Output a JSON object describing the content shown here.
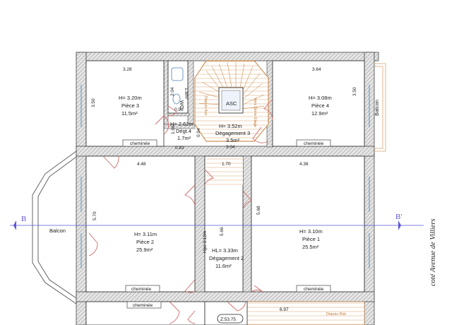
{
  "plan": {
    "rooms": [
      {
        "id": "piece3",
        "height": "H= 3.20m",
        "name": "Pièce 3",
        "area": "11.5m²",
        "width_dim": "3.28",
        "side_dim": "3.50"
      },
      {
        "id": "piece4",
        "height": "H= 3.08m",
        "name": "Pièce 4",
        "area": "12.9m²",
        "width_dim": "3.64",
        "side_dim": "3.50"
      },
      {
        "id": "deg3",
        "height": "H= 3.52m",
        "name": "Dégagement 3",
        "area": "3.5m²",
        "width_dim": "3.04"
      },
      {
        "id": "deg4",
        "height": "H= 2.62m",
        "name": "Dégt.4",
        "area": "1.7m²",
        "dim_a": "1.66",
        "dim_b": "0.94",
        "dim_c": "0.83"
      },
      {
        "id": "wc",
        "name": "WC",
        "area": "1.8m²",
        "dim_a": "2.04",
        "dim_b": "0.96"
      },
      {
        "id": "piece2",
        "height": "H= 3.11m",
        "name": "Pièce 2",
        "area": "25.9m²",
        "width_dim": "4.48",
        "side_dim": "5.70"
      },
      {
        "id": "piece1",
        "height": "H= 3.10m",
        "name": "Pièce 1",
        "area": "25.5m²",
        "width_dim": "4.38",
        "side_dim": "5.68"
      },
      {
        "id": "deg2",
        "height": "HL= 3.33m",
        "name": "Dégagement 2",
        "area": "11.6m²",
        "dim_a": "5.66",
        "dim_b": "1.70",
        "hps": "Hps 3.12m"
      }
    ],
    "labels": {
      "asc": "ASC",
      "balcon_left": "Balcon",
      "balcon_right": "Balcon",
      "cheminee": "cheminée",
      "street": "coté Avenue de Villiers",
      "section_b": "B",
      "section_b_prime": "B'",
      "z_mark": "Z:53.75",
      "bottom_dim": "6.97",
      "stair_text_1": "Depuis Asc",
      "stair_text_2": "Vers 2ème Etage",
      "stair_text_3": "Depuis Rdc"
    },
    "colors": {
      "wall_hatch": "#9a9a9a",
      "line": "#2a2a2a",
      "door": "#d06a6a",
      "stairs": "#c2772f",
      "section_line": "#5d55d6",
      "window": "#6fa3c9"
    }
  }
}
